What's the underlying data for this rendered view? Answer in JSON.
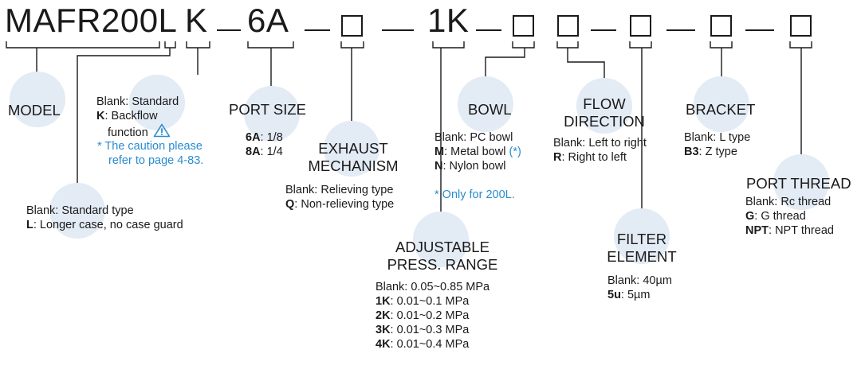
{
  "code": {
    "model": "MAFR200L",
    "k": "K",
    "port": "6A",
    "press": "1K"
  },
  "model": {
    "title": "MODEL"
  },
  "case_type": {
    "options": [
      {
        "code": "Blank",
        "desc": "Standard type"
      },
      {
        "code": "L",
        "desc": "Longer case, no case guard"
      }
    ]
  },
  "backflow": {
    "options": [
      {
        "code": "Blank",
        "desc": "Standard"
      },
      {
        "code": "K",
        "desc": "Backflow"
      }
    ],
    "continuation": "function",
    "note_line1": "* The caution please",
    "note_line2": "refer to page 4-83.",
    "warning_icon": "warning-triangle-icon"
  },
  "port_size": {
    "title": "PORT SIZE",
    "options": [
      {
        "code": "6A",
        "desc": "1/8"
      },
      {
        "code": "8A",
        "desc": "1/4"
      }
    ]
  },
  "exhaust": {
    "title_line1": "EXHAUST",
    "title_line2": "MECHANISM",
    "options": [
      {
        "code": "Blank",
        "desc": "Relieving type"
      },
      {
        "code": "Q",
        "desc": "Non-relieving type"
      }
    ]
  },
  "press_range": {
    "title_line1": "ADJUSTABLE",
    "title_line2": "PRESS. RANGE",
    "options": [
      {
        "code": "Blank",
        "desc": "0.05~0.85 MPa"
      },
      {
        "code": "1K",
        "desc": "0.01~0.1 MPa"
      },
      {
        "code": "2K",
        "desc": "0.01~0.2 MPa"
      },
      {
        "code": "3K",
        "desc": "0.01~0.3 MPa"
      },
      {
        "code": "4K",
        "desc": "0.01~0.4 MPa"
      }
    ]
  },
  "bowl": {
    "title": "BOWL",
    "options": [
      {
        "code": "Blank",
        "desc": "PC bowl"
      },
      {
        "code": "M",
        "desc": "Metal bowl",
        "mark": "(*)"
      },
      {
        "code": "N",
        "desc": "Nylon bowl"
      }
    ],
    "note": "* Only for 200L."
  },
  "flow_direction": {
    "title_line1": "FLOW",
    "title_line2": "DIRECTION",
    "options": [
      {
        "code": "Blank",
        "desc": "Left to right"
      },
      {
        "code": "R",
        "desc": "Right to left"
      }
    ]
  },
  "filter": {
    "title_line1": "FILTER",
    "title_line2": "ELEMENT",
    "options": [
      {
        "code": "Blank",
        "desc": "40µm"
      },
      {
        "code": "5u",
        "desc": "5µm"
      }
    ]
  },
  "bracket": {
    "title": "BRACKET",
    "options": [
      {
        "code": "Blank",
        "desc": "L type"
      },
      {
        "code": "B3",
        "desc": "Z type"
      }
    ]
  },
  "port_thread": {
    "title": "PORT THREAD",
    "options": [
      {
        "code": "Blank",
        "desc": "Rc thread"
      },
      {
        "code": "G",
        "desc": "G thread"
      },
      {
        "code": "NPT",
        "desc": "NPT thread"
      }
    ]
  },
  "colors": {
    "text": "#1a1a1a",
    "note": "#2a8ccf",
    "circle": "#e3ebf5"
  }
}
